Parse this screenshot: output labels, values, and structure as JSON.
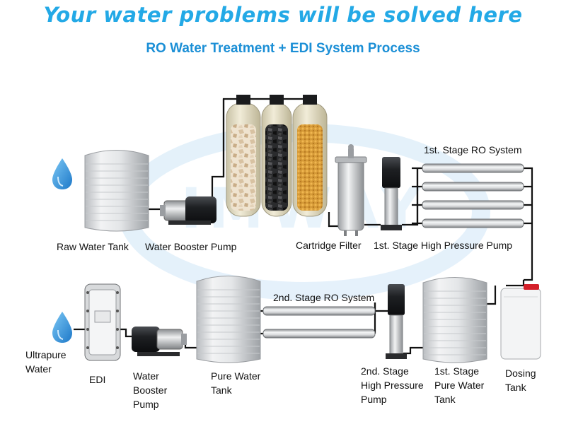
{
  "headline": "Your water problems will be solved here",
  "subtitle": "RO Water Treatment + EDI System Process",
  "labels": {
    "raw_water_tank": "Raw Water Tank",
    "water_booster_pump_top": "Water Booster Pump",
    "cartridge_filter": "Cartridge Filter",
    "first_stage_hp_pump": "1st. Stage High Pressure Pump",
    "first_stage_ro": "1st. Stage RO System",
    "second_stage_ro": "2nd. Stage RO System",
    "ultrapure_water": [
      "Ultrapure",
      "Water"
    ],
    "edi": "EDI",
    "water_booster_pump_bottom": [
      "Water",
      "Booster",
      "Pump"
    ],
    "pure_water_tank": [
      "Pure Water",
      "Tank"
    ],
    "second_stage_hp_pump": [
      "2nd. Stage",
      "High Pressure",
      "Pump"
    ],
    "first_stage_pure_water_tank": [
      "1st. Stage",
      "Pure Water",
      "Tank"
    ],
    "dosing_tank": [
      "Dosing",
      "Tank"
    ]
  },
  "icons": {
    "droplet": "water-droplet-icon",
    "watermark": "logo-watermark"
  },
  "colors": {
    "headline": "#23a9e6",
    "subtitle": "#1b8fd6",
    "pipe": "#111111",
    "droplet": "#2a8fd8",
    "watermark": "#cfe6f7"
  }
}
